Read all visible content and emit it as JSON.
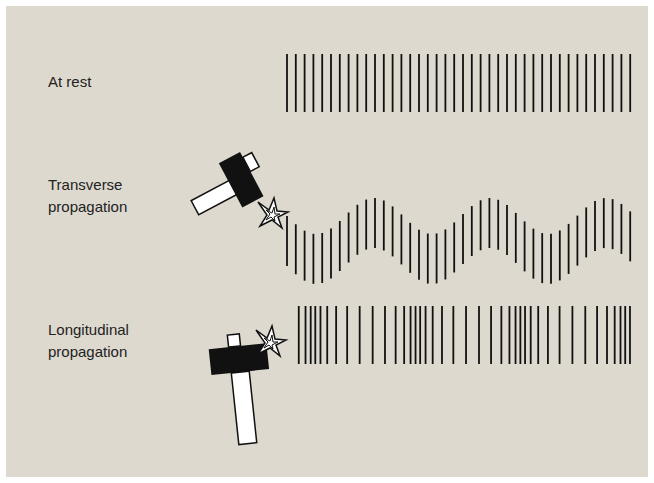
{
  "diagram": {
    "labels": [
      "At rest",
      "Transverse propagation",
      "Longitudinal propagation"
    ]
  }
}
